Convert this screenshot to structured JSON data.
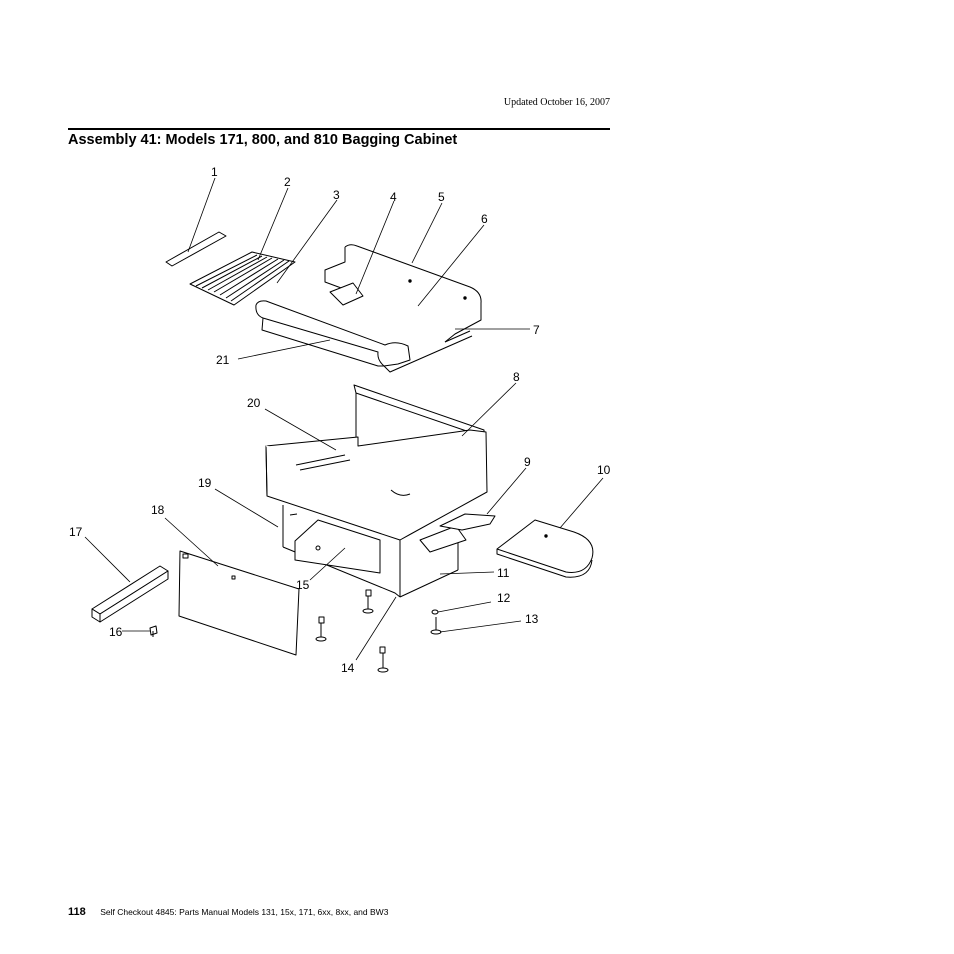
{
  "header": {
    "updated": "Updated October 16, 2007"
  },
  "section": {
    "title": "Assembly 41: Models 171, 800, and 810 Bagging Cabinet"
  },
  "figure": {
    "callouts": [
      "1",
      "2",
      "3",
      "4",
      "5",
      "6",
      "7",
      "8",
      "9",
      "10",
      "11",
      "12",
      "13",
      "14",
      "15",
      "16",
      "17",
      "18",
      "19",
      "20",
      "21"
    ]
  },
  "footer": {
    "page_number": "118",
    "text": "Self Checkout 4845:  Parts Manual Models 131, 15x, 171, 6xx, 8xx, and BW3"
  }
}
